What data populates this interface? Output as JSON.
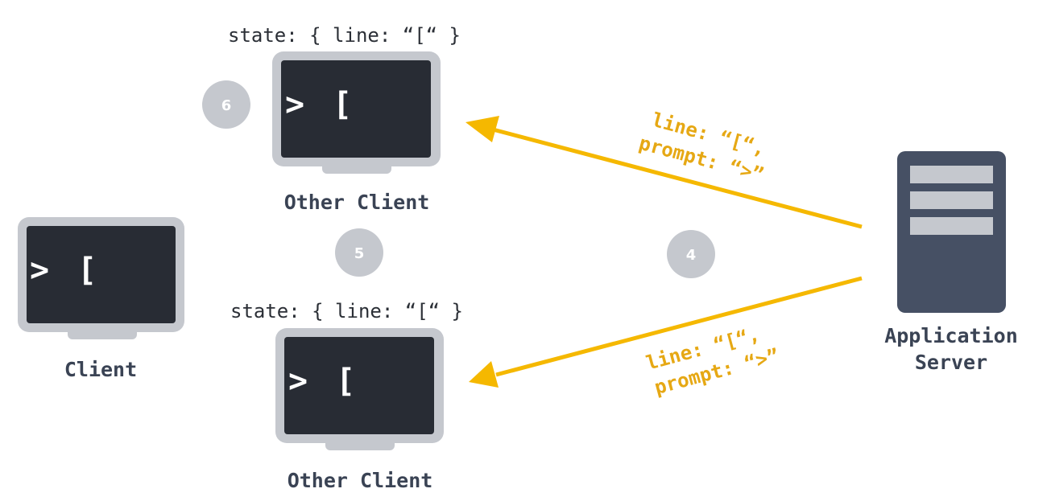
{
  "colors": {
    "monitor_frame": "#c5c8ce",
    "monitor_screen": "#282c34",
    "server_body": "#465064",
    "server_slot": "#c5c8ce",
    "step_circle": "#c5c8ce",
    "arrow": "#f5b800",
    "message_text": "#e6a814",
    "label_text": "#3a4354"
  },
  "nodes": {
    "client": {
      "label": "Client",
      "prompt": ">",
      "line": "["
    },
    "other_client_top": {
      "label": "Other Client",
      "state": "state: { line: “[“ }",
      "prompt": ">",
      "line": "["
    },
    "other_client_bottom": {
      "label": "Other Client",
      "state": "state: { line: “[“ }",
      "prompt": ">",
      "line": "["
    },
    "server": {
      "label_line1": "Application",
      "label_line2": "Server"
    }
  },
  "steps": {
    "step_4": "4",
    "step_5": "5",
    "step_6": "6"
  },
  "messages": {
    "to_top": {
      "line1": "line: “[“,",
      "line2": "prompt: “>”"
    },
    "to_bottom": {
      "line1": "line: “[“,",
      "line2": "prompt: “>”"
    }
  }
}
